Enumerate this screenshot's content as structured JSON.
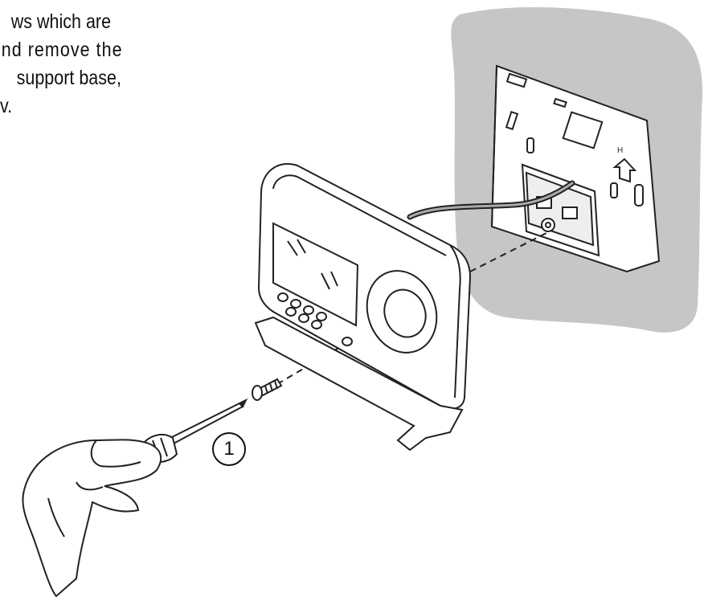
{
  "instruction": {
    "lines": [
      "ws which are",
      "nd  remove  the",
      "support base,",
      "v."
    ]
  },
  "callout": {
    "step": "1"
  },
  "icons": {
    "wall": "wall-panel",
    "plate": "mounting-plate-icon",
    "device": "thermostat-device-icon",
    "screw": "screw-icon",
    "screwdriver": "screwdriver-icon",
    "hand": "hand-icon",
    "arrow": "up-arrow-icon"
  },
  "colors": {
    "wall": "#c6c6c6",
    "line": "#222222"
  }
}
